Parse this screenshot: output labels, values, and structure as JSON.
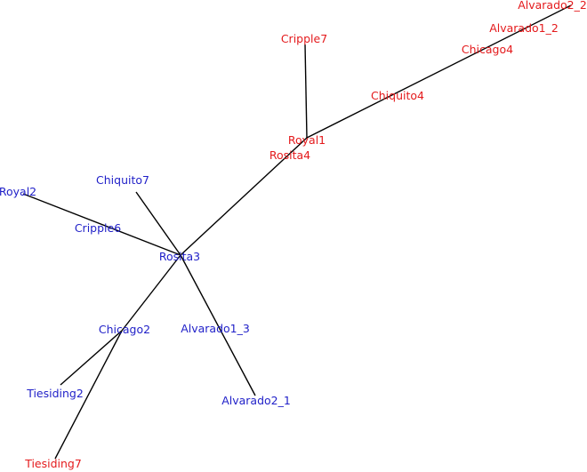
{
  "colors": {
    "group_red": "#e41a1c",
    "group_blue": "#1f1fc8",
    "edge": "#000000"
  },
  "tree": {
    "nodes": [
      {
        "id": "alvarado2_2",
        "label": "Alvarado2_2",
        "group": "red"
      },
      {
        "id": "alvarado1_2",
        "label": "Alvarado1_2",
        "group": "red"
      },
      {
        "id": "chicago4",
        "label": "Chicago4",
        "group": "red"
      },
      {
        "id": "chiquito4",
        "label": "Chiquito4",
        "group": "red"
      },
      {
        "id": "cripple7",
        "label": "Cripple7",
        "group": "red"
      },
      {
        "id": "royal1",
        "label": "Royal1",
        "group": "red"
      },
      {
        "id": "rosita4",
        "label": "Rosita4",
        "group": "red"
      },
      {
        "id": "chiquito7",
        "label": "Chiquito7",
        "group": "blue"
      },
      {
        "id": "royal2",
        "label": "Royal2",
        "group": "blue"
      },
      {
        "id": "cripple6",
        "label": "Cripple6",
        "group": "blue"
      },
      {
        "id": "rosita3",
        "label": "Rosita3",
        "group": "blue"
      },
      {
        "id": "chicago2",
        "label": "Chicago2",
        "group": "blue"
      },
      {
        "id": "alvarado1_3",
        "label": "Alvarado1_3",
        "group": "blue"
      },
      {
        "id": "tiesiding2",
        "label": "Tiesiding2",
        "group": "blue"
      },
      {
        "id": "alvarado2_1",
        "label": "Alvarado2_1",
        "group": "blue"
      },
      {
        "id": "tiesiding7",
        "label": "Tiesiding7",
        "group": "red"
      }
    ]
  }
}
